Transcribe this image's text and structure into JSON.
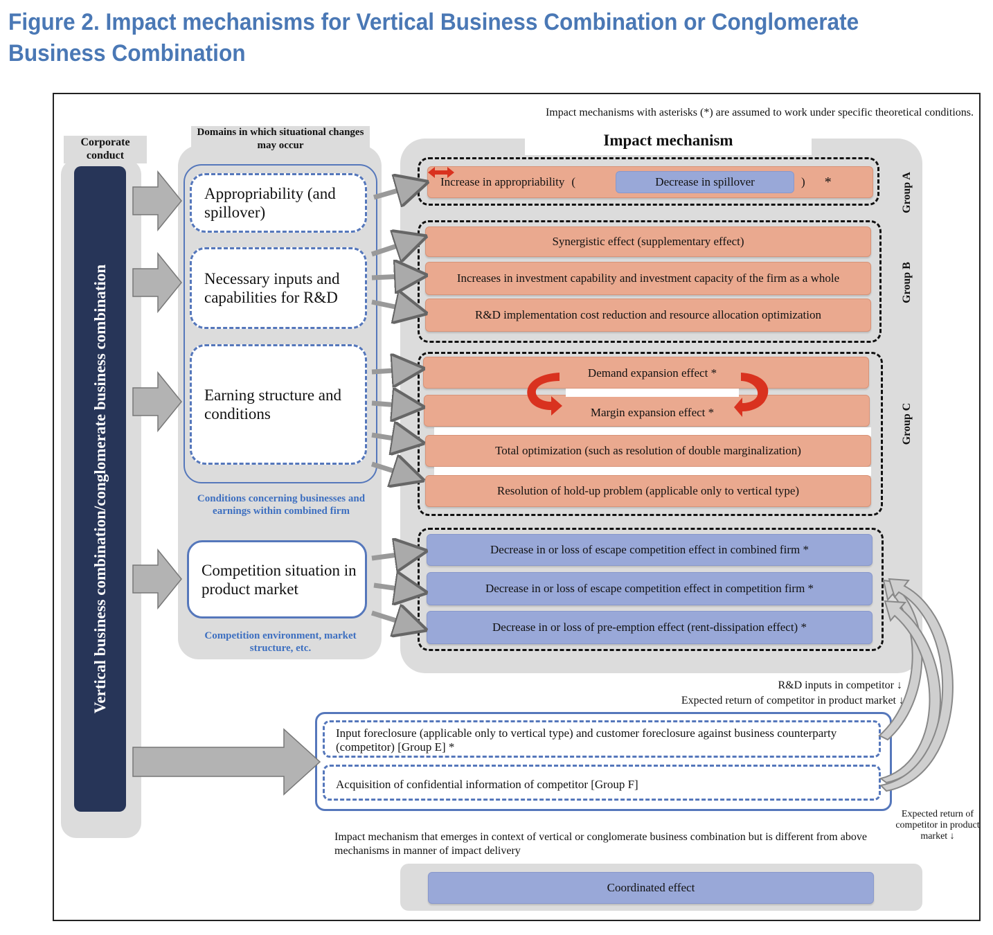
{
  "title": "Figure 2. Impact mechanisms for Vertical Business Combination or Conglomerate Business Combination",
  "note_top": "Impact mechanisms with asterisks (*) are assumed to work under specific theoretical conditions.",
  "corporate_conduct": {
    "header": "Corporate conduct",
    "label": "Vertical business combination/conglomerate business combination"
  },
  "domains": {
    "header": "Domains in which situational changes may occur",
    "items": [
      "Appropriability (and spillover)",
      "Necessary inputs and capabilities for R&D",
      "Earning structure and conditions",
      "Competition situation in product market"
    ],
    "caption_conditions": "Conditions concerning businesses and earnings within combined firm",
    "caption_competition": "Competition environment, market structure, etc."
  },
  "impact": {
    "header": "Impact mechanism",
    "group_a": {
      "label": "Group A",
      "left": "Increase in appropriability",
      "open_paren": "(",
      "right": "Decrease in spillover",
      "close_paren": ")",
      "asterisk": "*"
    },
    "group_b": {
      "label": "Group B",
      "items": [
        "Synergistic effect (supplementary effect)",
        "Increases in investment capability and investment capacity of the firm as a whole",
        "R&D implementation cost reduction and resource allocation optimization"
      ]
    },
    "group_c": {
      "label": "Group C",
      "items": [
        "Demand expansion effect *",
        "Margin expansion effect *",
        "Total optimization (such as resolution of double marginalization)",
        "Resolution of hold-up problem (applicable only to vertical type)"
      ]
    },
    "group_d": {
      "items": [
        "Decrease in or loss of escape competition effect in combined firm *",
        "Decrease in or loss of escape competition effect in competition firm *",
        "Decrease in or loss of pre-emption effect (rent-dissipation effect) *"
      ]
    }
  },
  "competitor_notes": {
    "rd_inputs": "R&D inputs in competitor ↓",
    "expected_return": "Expected return of competitor in product market ↓",
    "expected_return_small": "Expected return of competitor in product market ↓"
  },
  "foreclosure": {
    "group_e": "Input foreclosure (applicable only to vertical type) and customer foreclosure against business counterparty (competitor) [Group E] *",
    "group_f": "Acquisition of confidential information of competitor [Group F]"
  },
  "other_mechanism_note": "Impact mechanism that emerges in context of vertical or conglomerate business combination but is different from above mechanisms in manner of impact delivery",
  "coordinated": "Coordinated effect",
  "colors": {
    "title": "#4a78b5",
    "navy": "#273558",
    "salmon": "#eaa98f",
    "blue_box": "#99a8d8",
    "dashed_blue": "#5577bb",
    "red_arrow": "#d9321f"
  }
}
